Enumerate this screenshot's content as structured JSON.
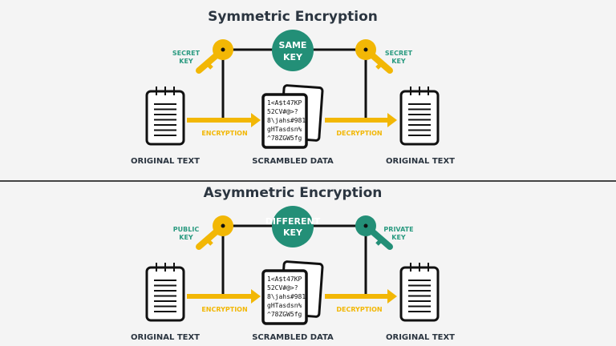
{
  "colors": {
    "key_yellow": "#f2b705",
    "key_green": "#238f77",
    "circle": "#238f77",
    "arrow": "#f2b705",
    "line": "#111111",
    "background": "#f4f4f4"
  },
  "panels": [
    {
      "title": "Symmetric Encryption",
      "circle_line1": "SAME",
      "circle_line2": "KEY",
      "left_key": {
        "line1": "SECRET",
        "line2": "KEY",
        "color": "#f2b705"
      },
      "right_key": {
        "line1": "SECRET",
        "line2": "KEY",
        "color": "#f2b705"
      },
      "encryption": "ENCRYPTION",
      "decryption": "DECRYPTION",
      "left_doc": "ORIGINAL TEXT",
      "middle_doc": "SCRAMBLED DATA",
      "right_doc": "ORIGINAL TEXT",
      "cipher": [
        "1<A$t47KP",
        "52CV#@>?",
        "8\\jahs#981",
        "gHTasdsn%",
        "^78ZGW5fg"
      ]
    },
    {
      "title": "Asymmetric Encryption",
      "circle_line1": "DIFFERENT",
      "circle_line2": "KEY",
      "left_key": {
        "line1": "PUBLIC",
        "line2": "KEY",
        "color": "#f2b705"
      },
      "right_key": {
        "line1": "PRIVATE",
        "line2": "KEY",
        "color": "#238f77"
      },
      "encryption": "ENCRYPTION",
      "decryption": "DECRYPTION",
      "left_doc": "ORIGINAL TEXT",
      "middle_doc": "SCRAMBLED DATA",
      "right_doc": "ORIGINAL TEXT",
      "cipher": [
        "1<A$t47KP",
        "52CV#@>?",
        "8\\jahs#981",
        "gHTasdsn%",
        "^78ZGW5fg"
      ]
    }
  ]
}
